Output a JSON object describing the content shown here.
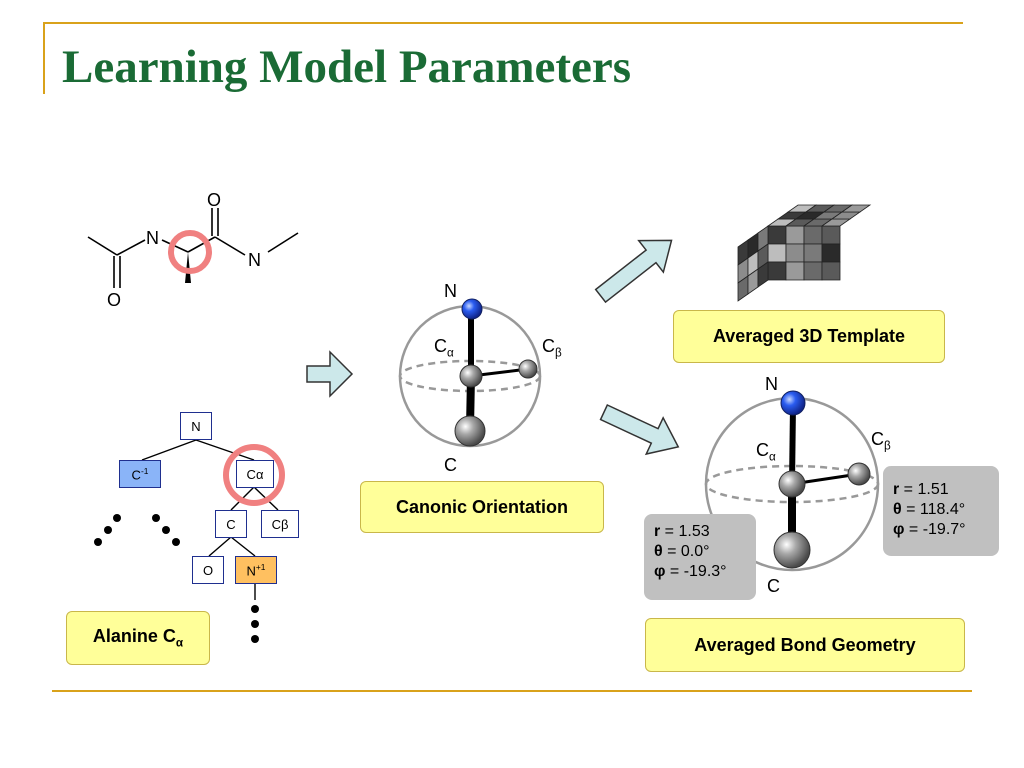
{
  "title": "Learning Model Parameters",
  "molecule": {
    "o_top": "O",
    "n_left": "N",
    "n_right": "N",
    "o_bottom": "O"
  },
  "tree": {
    "root": "N",
    "cminus_base": "C",
    "cminus_sup": "-1",
    "calpha_base": "C",
    "calpha_sub": "α",
    "c": "C",
    "cbeta_base": "C",
    "cbeta_sub": "β",
    "o": "O",
    "nplus_base": "N",
    "nplus_sup": "+1"
  },
  "labels": {
    "alanine_prefix": "Alanine C",
    "alanine_sub": "α",
    "canonic": "Canonic Orientation",
    "template": "Averaged 3D Template",
    "bond_geometry": "Averaged Bond Geometry"
  },
  "center_sphere": {
    "n": "N",
    "c": "C",
    "calpha_base": "C",
    "calpha_sub": "α",
    "cbeta_base": "C",
    "cbeta_sub": "β"
  },
  "right_sphere": {
    "n": "N",
    "c": "C",
    "calpha_base": "C",
    "calpha_sub": "α",
    "cbeta_base": "C",
    "cbeta_sub": "β"
  },
  "params_left": {
    "r_sym": "r",
    "r_val": " = 1.53",
    "theta_sym": "θ",
    "theta_val": " = 0.0°",
    "phi_sym": "φ",
    "phi_val": " = -19.3°"
  },
  "params_right": {
    "r_sym": "r",
    "r_val": " = 1.51",
    "theta_sym": "θ",
    "theta_val": " = 118.4°",
    "phi_sym": "φ",
    "phi_val": " = -19.7°"
  },
  "colors": {
    "title": "#1a6b35",
    "rule": "#d9a21b",
    "label_box": "#ffff99",
    "param_box": "#c0c0c0",
    "highlight_ring": "#f08080",
    "arrow_fill": "#cce8ea",
    "n_atom": "#1f4fe0",
    "cminus_node": "#8ab4f8",
    "nplus_node": "#ffc060"
  }
}
